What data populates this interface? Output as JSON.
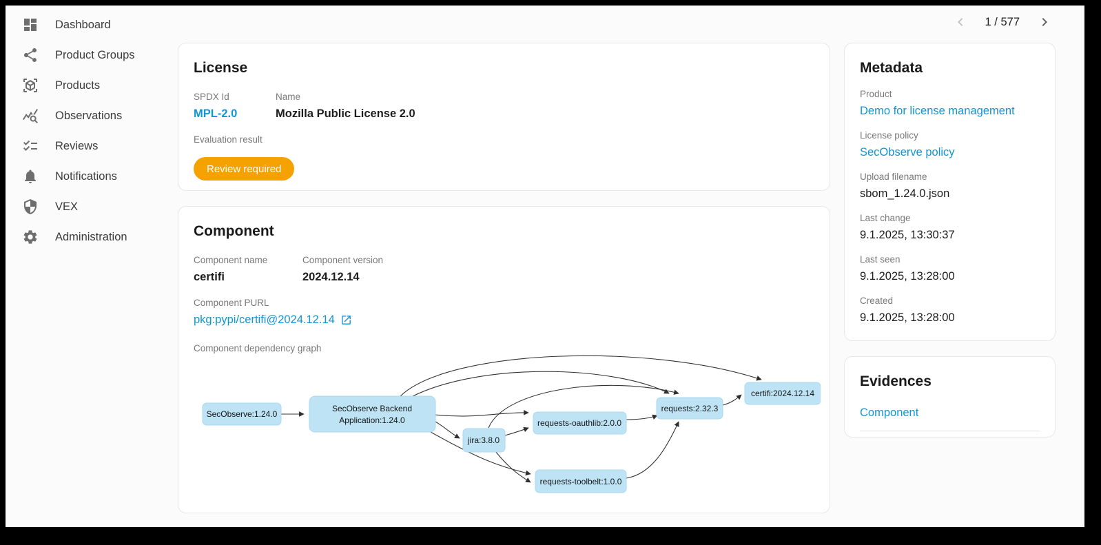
{
  "pagination": {
    "count": "1 / 577",
    "prev_icon": "chevron-left-icon",
    "next_icon": "chevron-right-icon"
  },
  "sidebar": {
    "items": [
      {
        "label": "Dashboard",
        "icon": "dashboard-icon"
      },
      {
        "label": "Product Groups",
        "icon": "share-icon"
      },
      {
        "label": "Products",
        "icon": "cube-ar-icon"
      },
      {
        "label": "Observations",
        "icon": "query-stats-icon"
      },
      {
        "label": "Reviews",
        "icon": "checklist-icon"
      },
      {
        "label": "Notifications",
        "icon": "bell-icon"
      },
      {
        "label": "VEX",
        "icon": "shield-icon"
      },
      {
        "label": "Administration",
        "icon": "gear-icon"
      }
    ]
  },
  "license_card": {
    "title": "License",
    "spdx_label": "SPDX Id",
    "spdx_value": "MPL-2.0",
    "name_label": "Name",
    "name_value": "Mozilla Public License 2.0",
    "evaluation_label": "Evaluation result",
    "evaluation_result": "Review required"
  },
  "component_card": {
    "title": "Component",
    "name_label": "Component name",
    "name_value": "certifi",
    "version_label": "Component version",
    "version_value": "2024.12.14",
    "purl_label": "Component PURL",
    "purl_value": "pkg:pypi/certifi@2024.12.14",
    "graph_label": "Component dependency graph"
  },
  "graph": {
    "nodes": [
      {
        "id": "secobserve",
        "label": "SecObserve:1.24.0"
      },
      {
        "id": "backend",
        "label": "SecObserve Backend Application:1.24.0",
        "line1": "SecObserve Backend",
        "line2": "Application:1.24.0"
      },
      {
        "id": "jira",
        "label": "jira:3.8.0"
      },
      {
        "id": "oauthlib",
        "label": "requests-oauthlib:2.0.0"
      },
      {
        "id": "toolbelt",
        "label": "requests-toolbelt:1.0.0"
      },
      {
        "id": "requests",
        "label": "requests:2.32.3"
      },
      {
        "id": "certifi",
        "label": "certifi:2024.12.14"
      }
    ],
    "edges": [
      {
        "from": "secobserve",
        "to": "backend"
      },
      {
        "from": "backend",
        "to": "certifi"
      },
      {
        "from": "backend",
        "to": "requests"
      },
      {
        "from": "backend",
        "to": "oauthlib"
      },
      {
        "from": "backend",
        "to": "jira"
      },
      {
        "from": "backend",
        "to": "toolbelt"
      },
      {
        "from": "jira",
        "to": "requests"
      },
      {
        "from": "jira",
        "to": "oauthlib"
      },
      {
        "from": "jira",
        "to": "toolbelt"
      },
      {
        "from": "oauthlib",
        "to": "requests"
      },
      {
        "from": "toolbelt",
        "to": "requests"
      },
      {
        "from": "requests",
        "to": "certifi"
      }
    ]
  },
  "metadata_card": {
    "title": "Metadata",
    "fields": [
      {
        "label": "Product",
        "value": "Demo for license management",
        "link": true
      },
      {
        "label": "License policy",
        "value": "SecObserve policy",
        "link": true
      },
      {
        "label": "Upload filename",
        "value": "sbom_1.24.0.json",
        "link": false
      },
      {
        "label": "Last change",
        "value": "9.1.2025, 13:30:37",
        "link": false
      },
      {
        "label": "Last seen",
        "value": "9.1.2025, 13:28:00",
        "link": false
      },
      {
        "label": "Created",
        "value": "9.1.2025, 13:28:00",
        "link": false
      }
    ]
  },
  "evidences_card": {
    "title": "Evidences",
    "items": [
      {
        "label": "Component"
      }
    ]
  },
  "colors": {
    "link_blue": "#1095d5",
    "badge_orange": "#f5a200",
    "node_fill": "#bde3f5",
    "background": "#fbfbfb",
    "frame": "#000000"
  }
}
